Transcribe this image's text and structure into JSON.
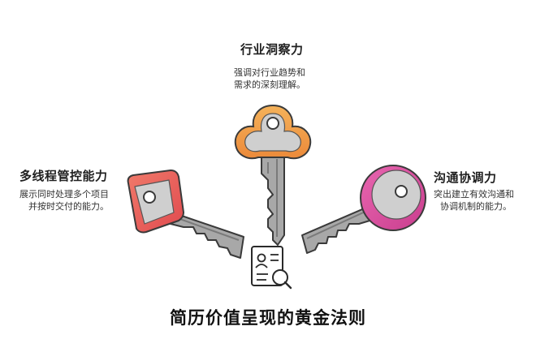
{
  "top": {
    "title": "行业洞察力",
    "desc_line1": "强调对行业趋势和",
    "desc_line2": "需求的深刻理解。"
  },
  "left": {
    "title": "多线程管控能力",
    "desc_line1": "展示同时处理多个项目",
    "desc_line2": "并按时交付的能力。"
  },
  "right": {
    "title": "沟通协调力",
    "desc_line1": "突出建立有效沟通和",
    "desc_line2": "协调机制的能力。"
  },
  "main_title": "简历价值呈现的黄金法则",
  "colors": {
    "orange_key": "#f0a04b",
    "red_key": "#e8615a",
    "pink_key": "#d9509a",
    "blade": "#9c9c9c"
  }
}
